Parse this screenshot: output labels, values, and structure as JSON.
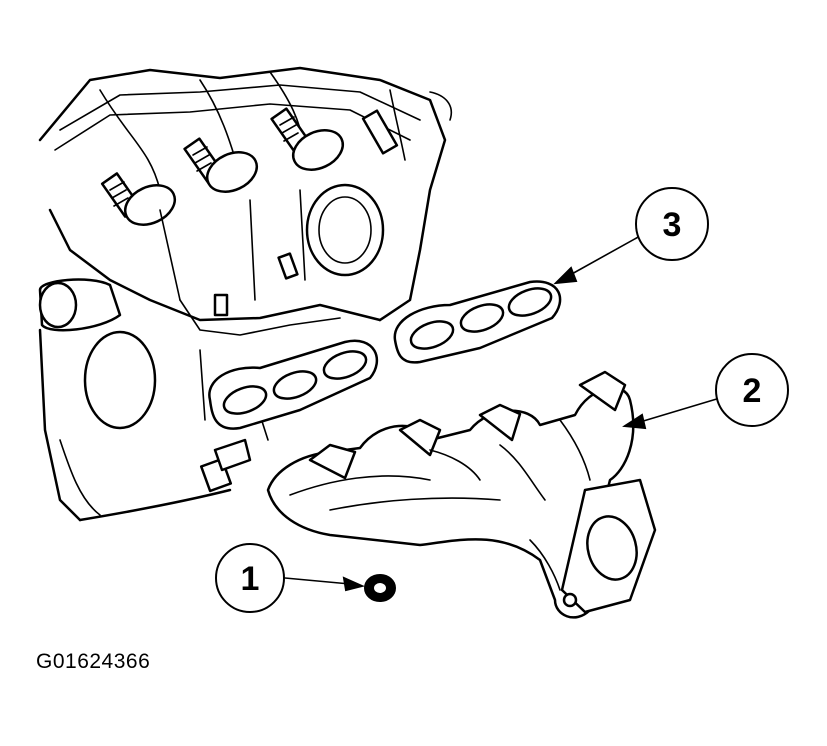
{
  "figure": {
    "id_label": "G01624366"
  },
  "callouts": [
    {
      "number": "1",
      "part": "nut"
    },
    {
      "number": "2",
      "part": "exhaust-manifold"
    },
    {
      "number": "3",
      "part": "manifold-gaskets"
    }
  ],
  "colors": {
    "ink": "#000000",
    "paper": "#ffffff"
  }
}
